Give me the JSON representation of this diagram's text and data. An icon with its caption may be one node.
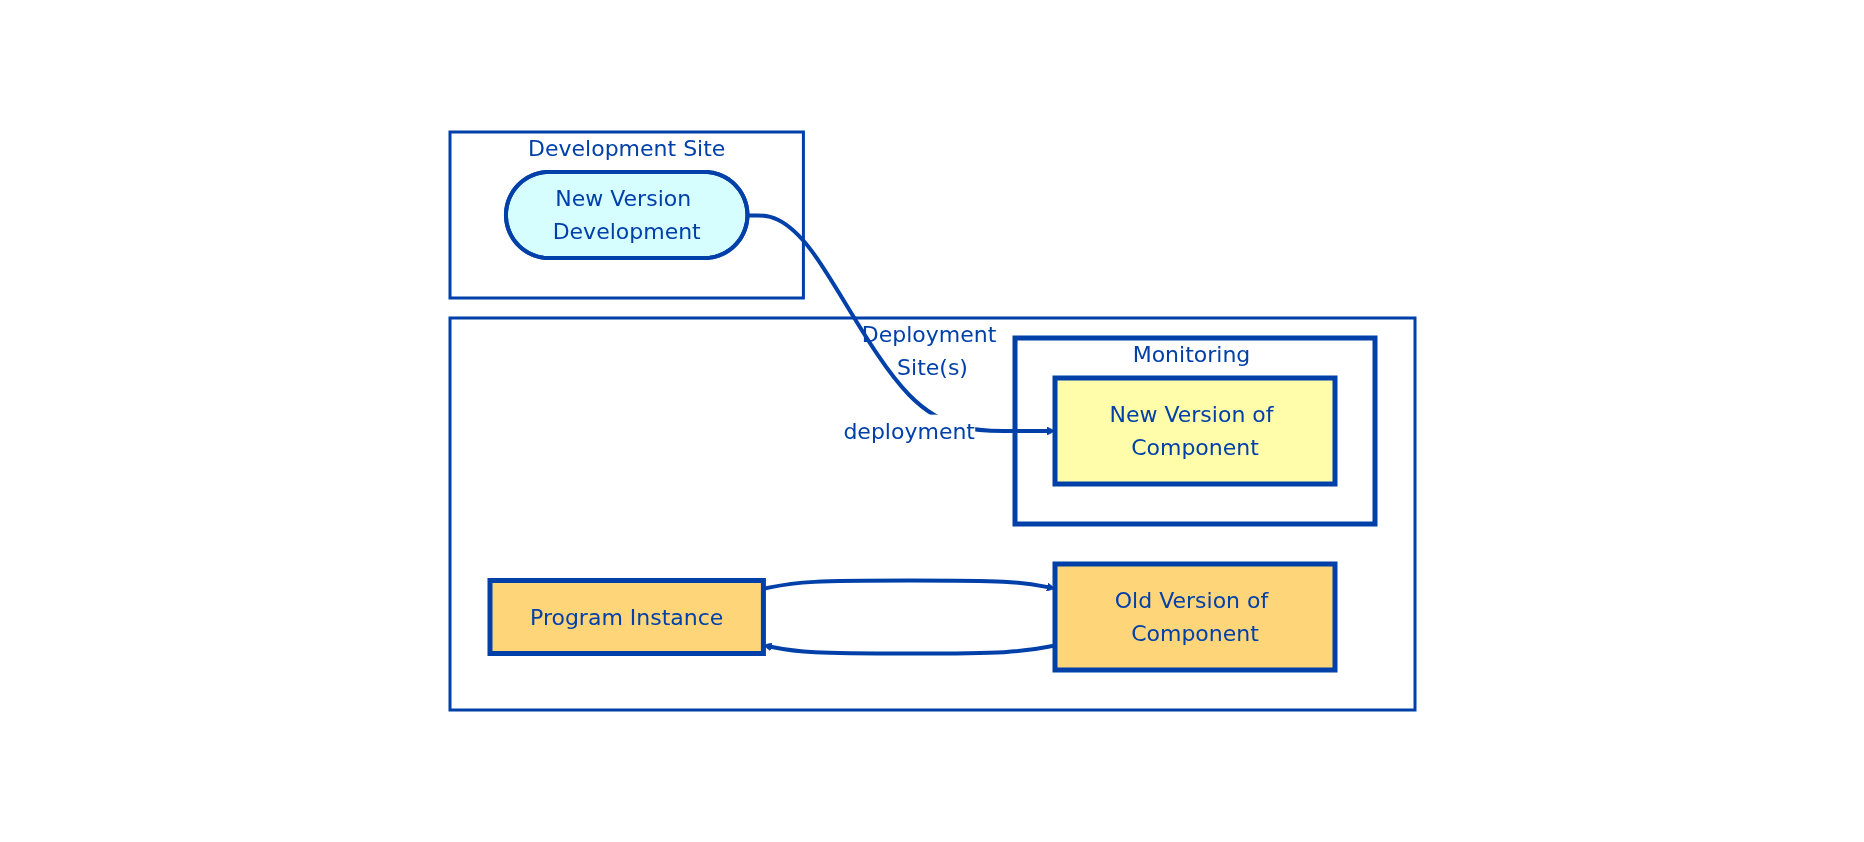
{
  "diagram": {
    "nodes": [
      {
        "text": [
          "Development Site"
        ]
      },
      {
        "text": [
          "New Version Development"
        ],
        "in": 0
      },
      {
        "text": [
          "Deployment Site(s)"
        ]
      },
      {
        "text": [
          "Monitoring Environment"
        ],
        "in": 2
      },
      {
        "text": [
          "New Version of Component"
        ],
        "in": 3
      },
      {
        "text": [
          "Program Instance"
        ],
        "in": 2
      },
      {
        "text": [
          "Old Version of Component"
        ],
        "in": 2
      }
    ],
    "edges": [
      {
        "from": 1,
        "to": 4,
        "label": "deployment",
        "arrow": "to"
      },
      {
        "from": 5,
        "to": 6,
        "arrow": "to"
      },
      {
        "from": 6,
        "to": 5,
        "arrow": "to"
      }
    ]
  }
}
